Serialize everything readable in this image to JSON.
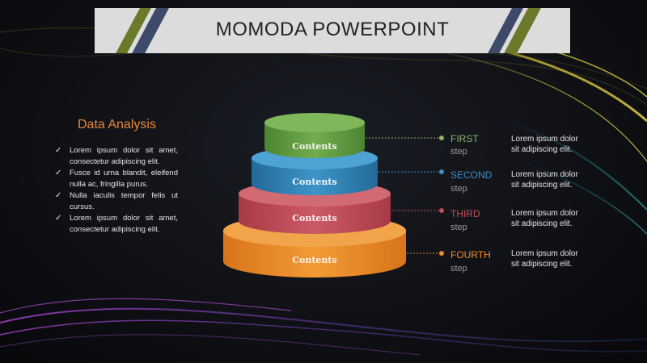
{
  "slide": {
    "title": "MOMODA POWERPOINT",
    "heading": "Data Analysis",
    "bullets": [
      "Lorem ipsum dolor sit amet, consectetur adipiscing elit.",
      "Fusce id urna blandit, eleifend nulla ac, fringilla purus.",
      "Nulla iaculis tempor felis ut cursus.",
      "Lorem ipsum dolor sit amet, consectetur adipiscing elit."
    ],
    "pyramid": [
      {
        "label": "Contents",
        "color": "#5f9b3f"
      },
      {
        "label": "Contents",
        "color": "#2f7fb0"
      },
      {
        "label": "Contents",
        "color": "#c04a55"
      },
      {
        "label": "Contents",
        "color": "#ea8a25"
      }
    ],
    "steps": [
      {
        "name": "FIRST",
        "sub": "step",
        "color": "#8fb36a",
        "desc_line1": "Lorem ipsum dolor",
        "desc_line2": "sit adipiscing elit."
      },
      {
        "name": "SECOND",
        "sub": "step",
        "color": "#3b8fc6",
        "desc_line1": "Lorem ipsum dolor",
        "desc_line2": "sit adipiscing elit."
      },
      {
        "name": "THIRD",
        "sub": "step",
        "color": "#c2505c",
        "desc_line1": "Lorem ipsum dolor",
        "desc_line2": "sit adipiscing elit."
      },
      {
        "name": "FOURTH",
        "sub": "step",
        "color": "#ee8a28",
        "desc_line1": "Lorem ipsum dolor",
        "desc_line2": "sit adipiscing elit."
      }
    ],
    "check_icon": "checkmark-icon"
  }
}
